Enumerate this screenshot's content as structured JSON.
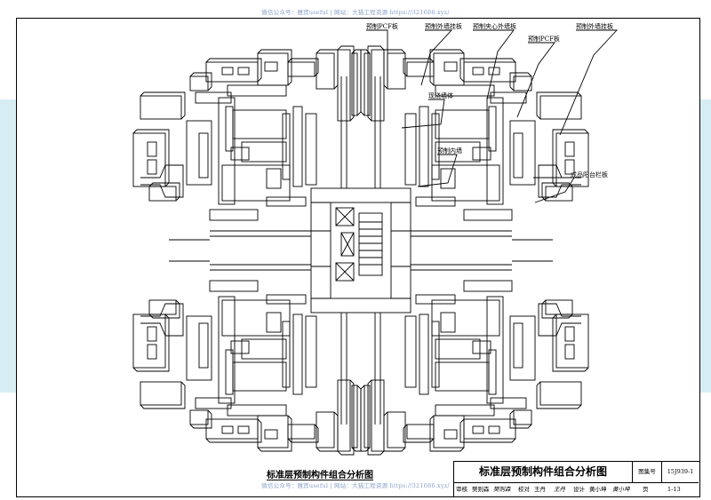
{
  "watermark": {
    "top": "微信公众号：雅宾useful  |  网站：大猫工程资源  https://321686.xyz/",
    "bottom": "微信公众号：雅宾useful  |  网站：大猫工程资源  https://321686.xyz/"
  },
  "annotations": {
    "pcf_board": "预制PCF板",
    "precast_ext_wall_panel_1": "预制外墙挂板",
    "precast_sandwich_panel": "预制夹心外墙板",
    "precast_pcf_board_2": "预制PCF板",
    "precast_ext_wall_panel_2": "预制外墙挂板",
    "cast_in_place_wall": "现浇墙体",
    "precast_inner_wall": "预制内墙",
    "precast_balcony_panel": "成品阳台栏板"
  },
  "caption": "标准层预制构件组合分析图",
  "title_block": {
    "title": "标准层预制构件组合分析图",
    "atlas_label": "图集号",
    "atlas_no": "15J939-1",
    "review_label": "审核",
    "reviewer": "樊则森",
    "reviewer_sig": "樊则森",
    "check_label": "校对",
    "checker": "王丹",
    "checker_sig": "王丹",
    "design_label": "设计",
    "designer": "黄小坤",
    "designer_sig": "黄小坤",
    "page_label": "页",
    "page_no": "1-13"
  },
  "colors": {
    "ink": "#000000",
    "band": "#d6eef3",
    "watermark": "#8aa0c8"
  }
}
